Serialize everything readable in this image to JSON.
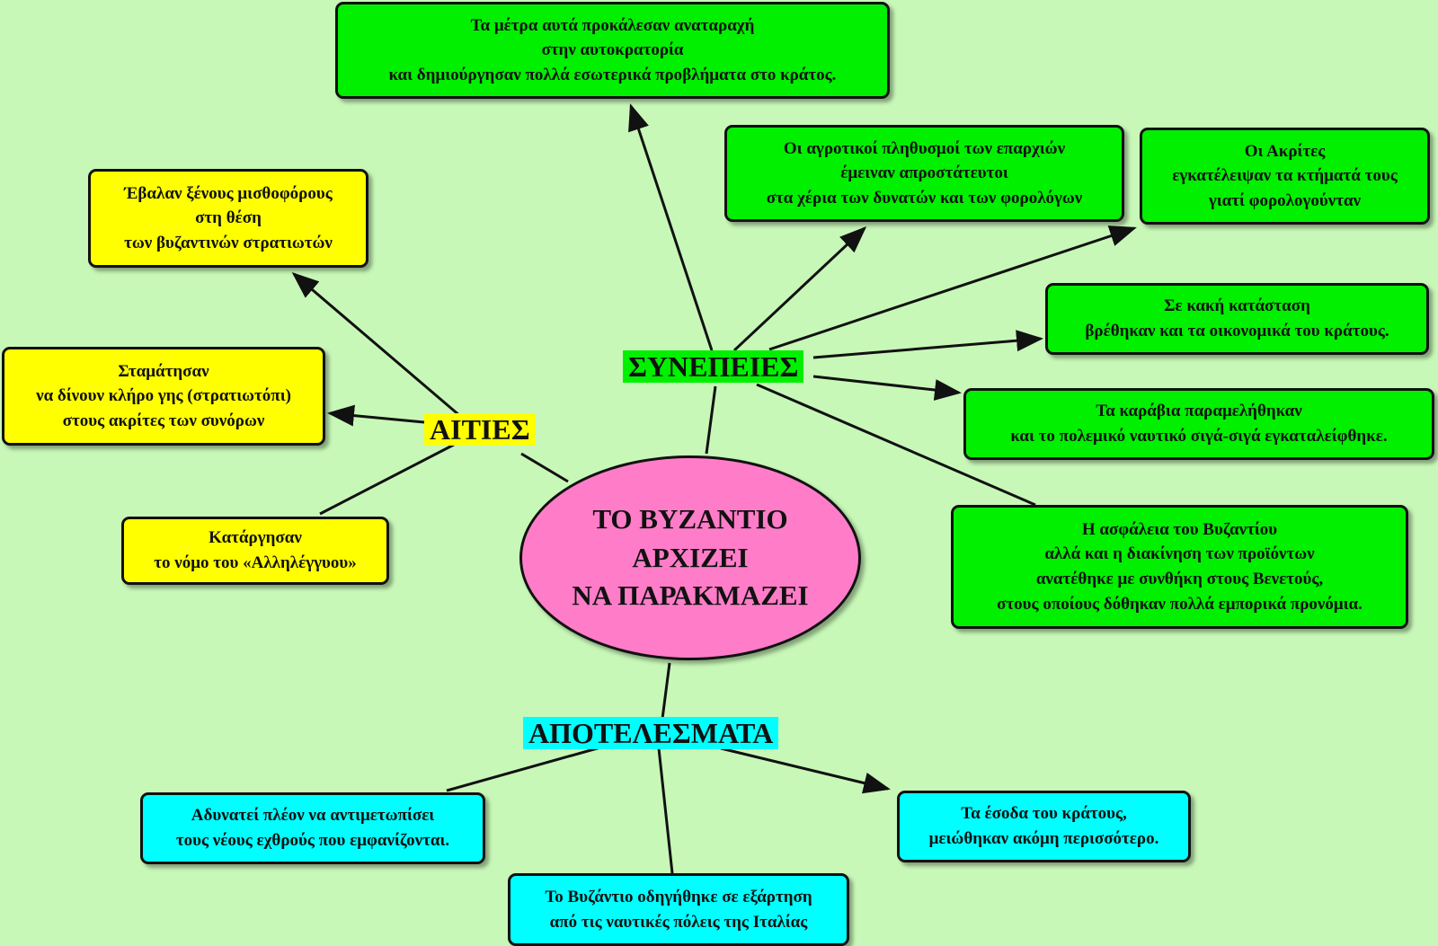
{
  "center": {
    "text": "ΤΟ ΒΥΖΑΝΤΙΟ\nΑΡΧΙΖΕΙ\nΝΑ ΠΑΡΑΚΜΑΖΕΙ"
  },
  "labels": {
    "aities": "ΑΙΤΙΕΣ",
    "synepeies": "ΣΥΝΕΠΕΙΕΣ",
    "apotelesmata": "ΑΠΟΤΕΛΕΣΜΑΤΑ"
  },
  "aities": [
    "Έβαλαν ξένους μισθοφόρους\nστη θέση\nτων βυζαντινών στρατιωτών",
    "Σταμάτησαν\nνα δίνουν κλήρο γης (στρατιωτόπι)\nστους ακρίτες των συνόρων",
    "Κατάργησαν\nτο νόμο του «Αλληλέγγυου»"
  ],
  "synepeies": [
    "Τα μέτρα αυτά προκάλεσαν αναταραχή\nστην αυτοκρατορία\nκαι δημιούργησαν πολλά εσωτερικά προβλήματα στο κράτος.",
    "Οι αγροτικοί πληθυσμοί των επαρχιών\nέμειναν  απροστάτευτοι\nστα χέρια των δυνατών και των φορολόγων",
    "Οι Ακρίτες\nεγκατέλειψαν τα κτήματά τους\nγιατί φορολογούνταν",
    "Σε κακή κατάσταση\nβρέθηκαν και τα οικονομικά του κράτους.",
    "Τα καράβια παραμελήθηκαν\nκαι το πολεμικό ναυτικό σιγά-σιγά εγκαταλείφθηκε.",
    "Η ασφάλεια του Βυζαντίου\nαλλά και η διακίνηση των προϊόντων\nανατέθηκε με συνθήκη στους Βενετούς,\nστους οποίους δόθηκαν πολλά εμπορικά προνόμια."
  ],
  "apotelesmata": [
    "Αδυνατεί πλέον να αντιμετωπίσει\nτους νέους εχθρούς που εμφανίζονται.",
    "Το Βυζάντιο οδηγήθηκε σε εξάρτηση\nαπό τις ναυτικές πόλεις της Ιταλίας",
    "Τα έσοδα του κράτους,\nμειώθηκαν ακόμη περισσότερο."
  ],
  "colors": {
    "background": "#c8f8b8",
    "aities": "#ffff00",
    "synepeies": "#00f000",
    "apotelesmata": "#00ffff",
    "center": "#ff7dc8"
  }
}
